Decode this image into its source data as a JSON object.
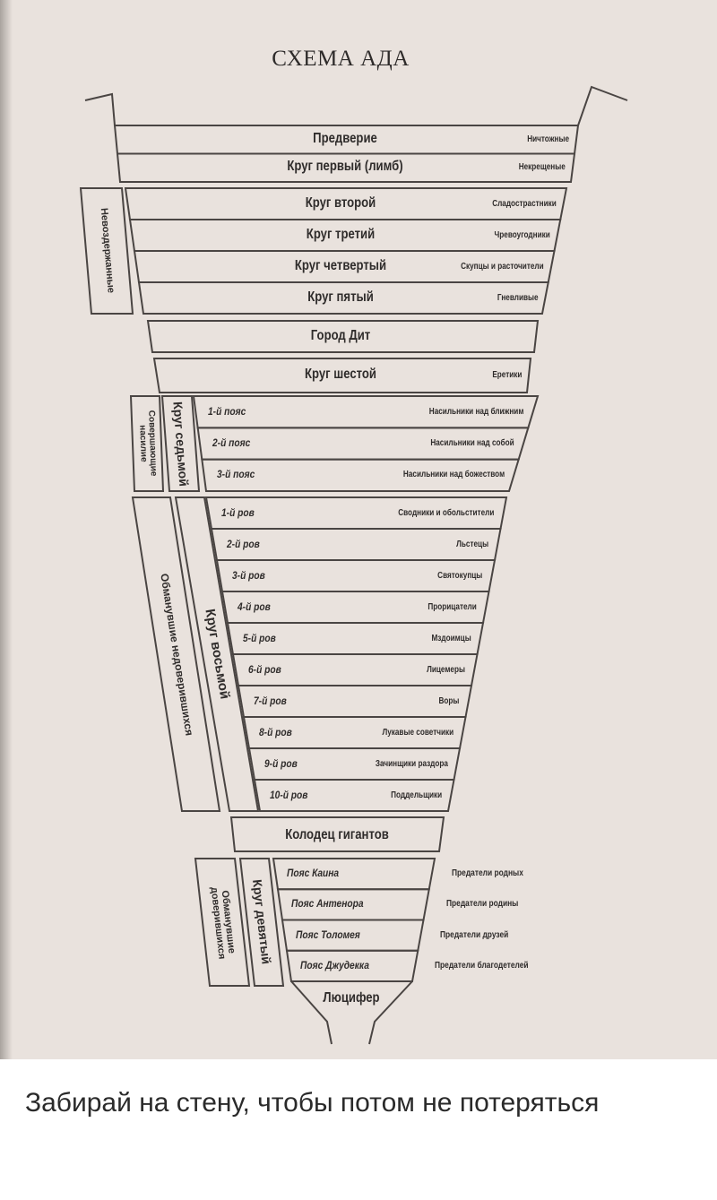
{
  "title": "СХЕМА АДА",
  "circles": {
    "vestibule": {
      "name": "Предверие",
      "sinners": "Ничтожные"
    },
    "first": {
      "name": "Круг первый (лимб)",
      "sinners": "Некрещеные"
    },
    "incontinent_group": "Невоздержанные",
    "second": {
      "name": "Круг второй",
      "sinners": "Сладострастники"
    },
    "third": {
      "name": "Круг третий",
      "sinners": "Чревоугодники"
    },
    "fourth": {
      "name": "Круг четвертый",
      "sinners": "Скупцы и расточители"
    },
    "fifth": {
      "name": "Круг пятый",
      "sinners": "Гневливые"
    },
    "city": {
      "name": "Город Дит"
    },
    "sixth": {
      "name": "Круг шестой",
      "sinners": "Еретики"
    },
    "seventh": {
      "label": "Круг седьмой",
      "group_label": "Совершающие насилие",
      "belts": [
        {
          "name": "1-й пояс",
          "sinners": "Насильники над ближним"
        },
        {
          "name": "2-й пояс",
          "sinners": "Насильники над собой"
        },
        {
          "name": "3-й пояс",
          "sinners": "Насильники над божеством"
        }
      ]
    },
    "eighth": {
      "label": "Круг восьмой",
      "group_label": "Обманувшие недоверившихся",
      "ditches": [
        {
          "name": "1-й ров",
          "sinners": "Сводники и обольстители"
        },
        {
          "name": "2-й ров",
          "sinners": "Льстецы"
        },
        {
          "name": "3-й ров",
          "sinners": "Святокупцы"
        },
        {
          "name": "4-й ров",
          "sinners": "Прорицатели"
        },
        {
          "name": "5-й ров",
          "sinners": "Мздоимцы"
        },
        {
          "name": "6-й ров",
          "sinners": "Лицемеры"
        },
        {
          "name": "7-й ров",
          "sinners": "Воры"
        },
        {
          "name": "8-й ров",
          "sinners": "Лукавые советчики"
        },
        {
          "name": "9-й ров",
          "sinners": "Зачинщики раздора"
        },
        {
          "name": "10-й ров",
          "sinners": "Поддельщики"
        }
      ]
    },
    "giants": {
      "name": "Колодец гигантов"
    },
    "ninth": {
      "label": "Круг девятый",
      "group_label": "Обманувшие доверившихся",
      "zones": [
        {
          "name": "Пояс Каина",
          "sinners": "Предатели родных"
        },
        {
          "name": "Пояс Антенора",
          "sinners": "Предатели родины"
        },
        {
          "name": "Пояс Толомея",
          "sinners": "Предатели друзей"
        },
        {
          "name": "Пояс Джудекка",
          "sinners": "Предатели благодетелей"
        }
      ]
    },
    "lucifer": {
      "name": "Люцифер"
    }
  },
  "caption": "Забирай на стену, чтобы потом не потеряться",
  "colors": {
    "paper": "#e9e2dd",
    "ink": "#3a3634",
    "caption_bg": "#ffffff"
  }
}
